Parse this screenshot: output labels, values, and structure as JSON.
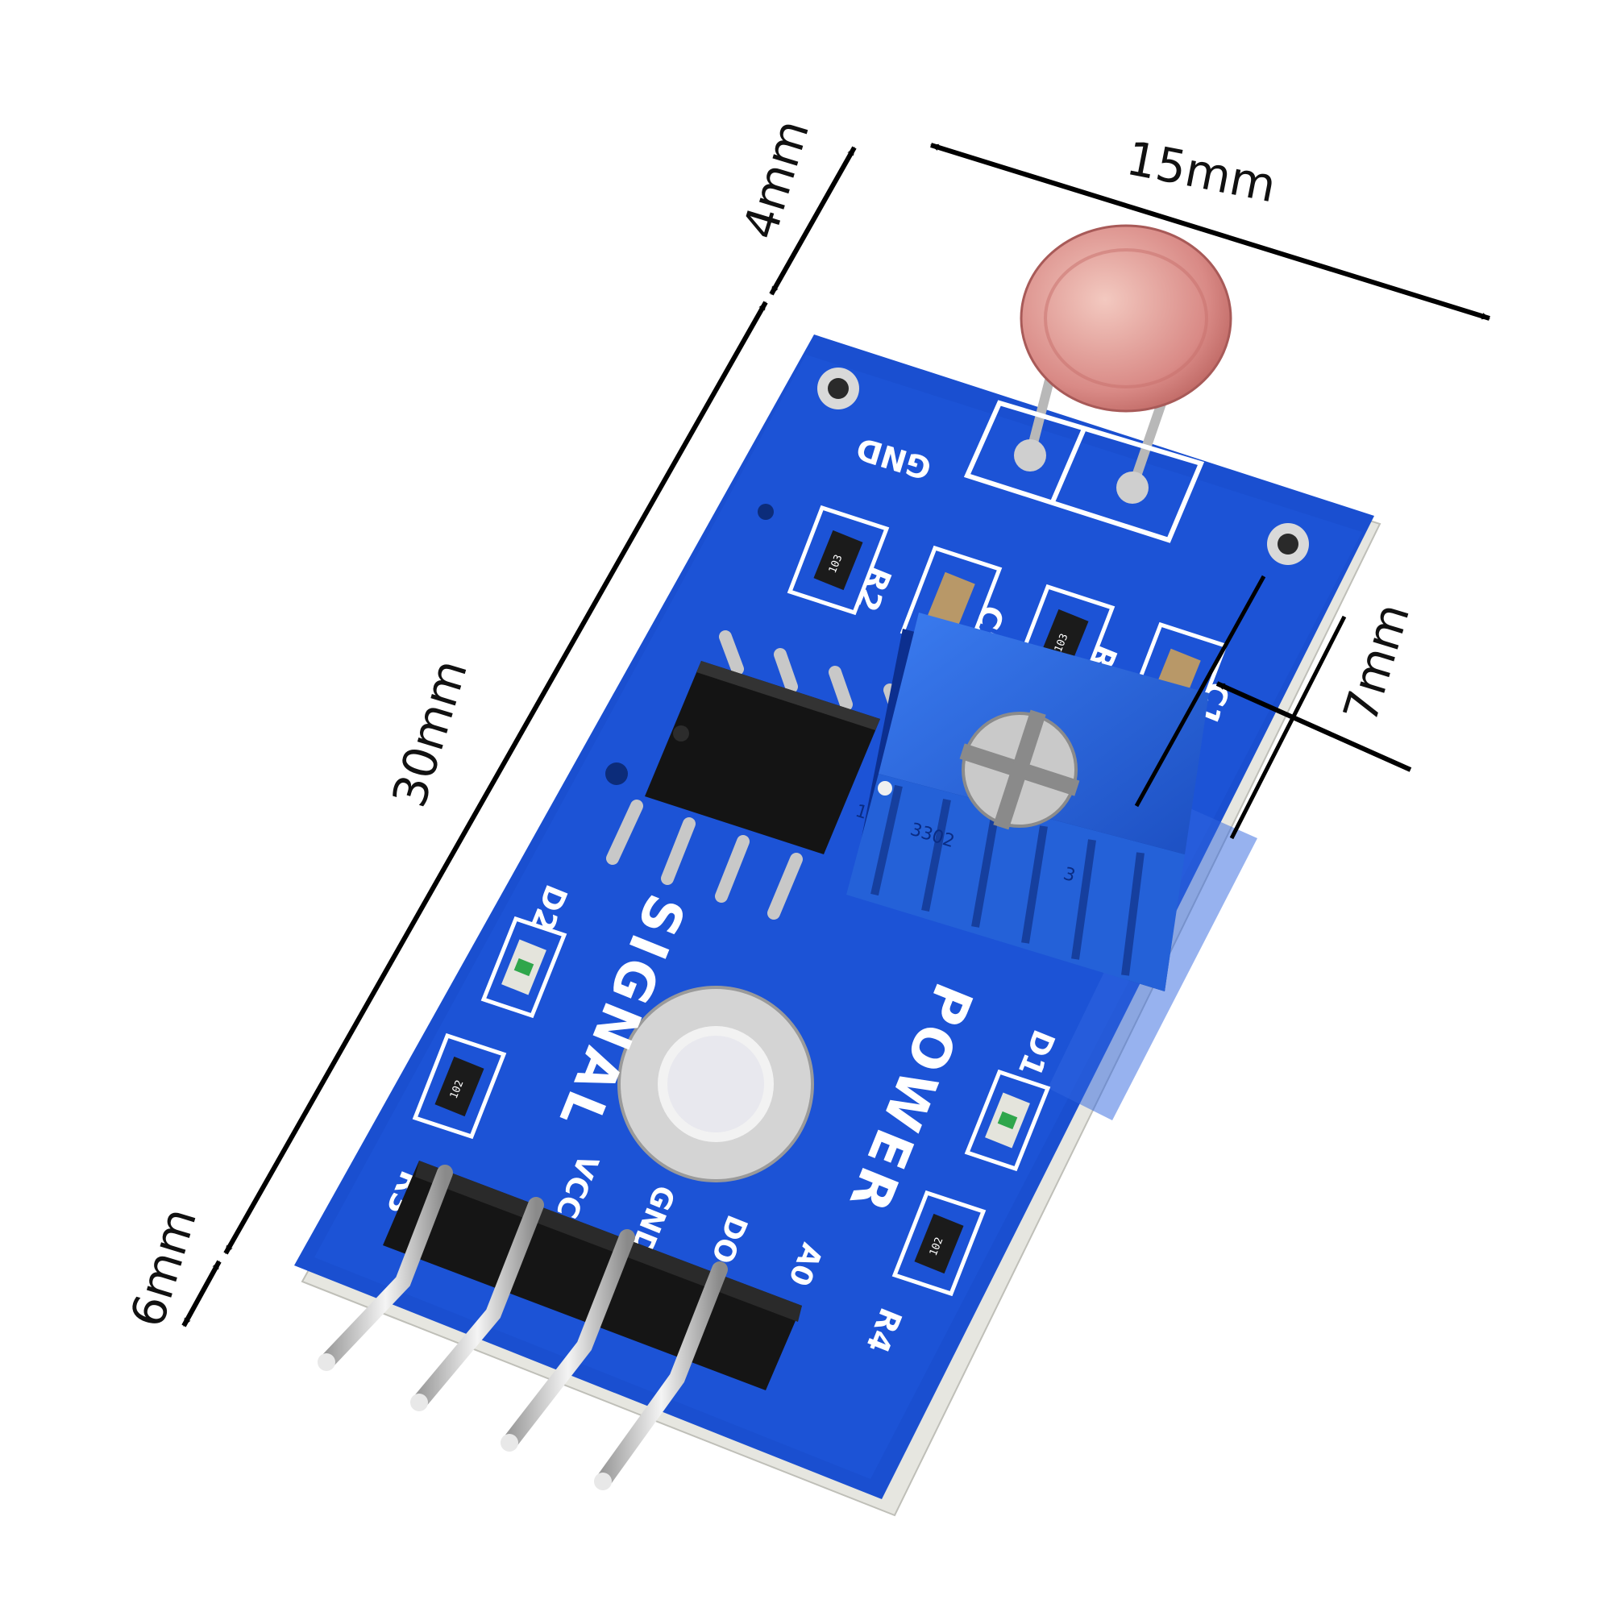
{
  "dimensions": {
    "width": "15mm",
    "length": "30mm",
    "top_margin": "4mm",
    "bottom_margin": "6mm",
    "pot_offset": "7mm"
  },
  "board": {
    "label_gnd": "GND",
    "label_r1": "R1",
    "label_r2": "R2",
    "label_r3": "R3",
    "label_r4": "R4",
    "label_c1": "C1",
    "label_c2": "C2",
    "label_d1": "D1",
    "label_d2": "D2",
    "label_signal": "SIGNAL",
    "label_power": "POWER",
    "label_a0": "A0",
    "label_do": "DO",
    "label_gnd_pin": "GND",
    "label_vcc": "VCC",
    "resistor_code_10k": "103",
    "resistor_code_1k": "102",
    "potentiometer_model": "3302",
    "pot_pin_1": "1",
    "pot_pin_3": "3"
  },
  "colors": {
    "pcb": "#1a4fd0",
    "pcb_dark": "#0b2f8e",
    "silkscreen": "#ffffff",
    "pot": "#2a6ae0",
    "chip": "#141414",
    "ldr": "#d98a8a"
  }
}
